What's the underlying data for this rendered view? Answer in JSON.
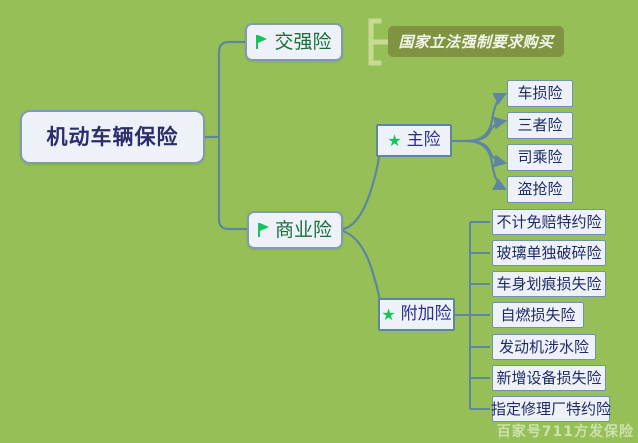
{
  "diagram": {
    "background_color": "#96c057",
    "connector_color": "#5f86a0",
    "bracket_color": "#c3d98a",
    "accent_green": "#16c45c",
    "root": {
      "label": "机动车辆保险"
    },
    "branches": [
      {
        "label": "交强险",
        "icon": "flag-icon"
      },
      {
        "label": "商业险",
        "icon": "flag-icon"
      }
    ],
    "annotation": {
      "label": "国家立法强制要求购买"
    },
    "subgroups": [
      {
        "label": "主险",
        "icon": "star-icon"
      },
      {
        "label": "附加险",
        "icon": "star-icon"
      }
    ],
    "main_items": [
      {
        "label": "车损险"
      },
      {
        "label": "三者险"
      },
      {
        "label": "司乘险"
      },
      {
        "label": "盗抢险"
      }
    ],
    "additional_items": [
      {
        "label": "不计免赔特约险"
      },
      {
        "label": "玻璃单独破碎险"
      },
      {
        "label": "车身划痕损失险"
      },
      {
        "label": "自燃损失险"
      },
      {
        "label": "发动机涉水险"
      },
      {
        "label": "新增设备损失险"
      },
      {
        "label": "指定修理厂特约险"
      }
    ],
    "watermark": {
      "label": "百家号711方发保险"
    }
  }
}
